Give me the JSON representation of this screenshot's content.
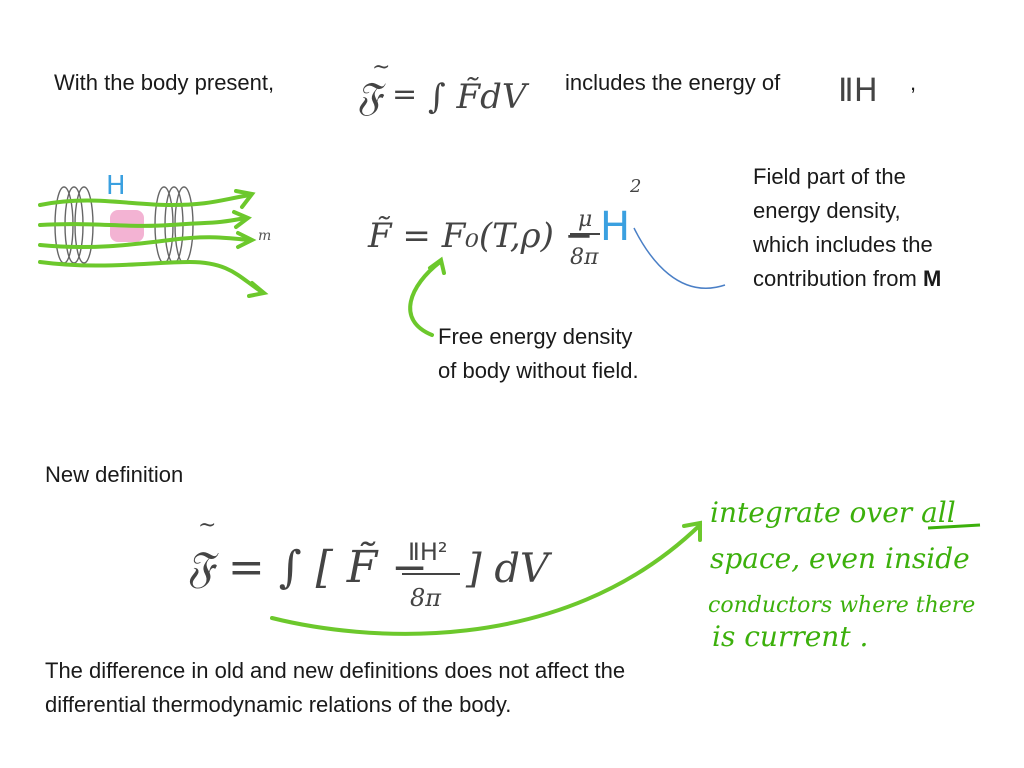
{
  "slide": {
    "intro_text": "With the body present,",
    "includes_text": "includes the energy of",
    "comma": ",",
    "field_part_lines": [
      "Field part of the",
      "energy density,",
      "which includes the"
    ],
    "contribution_prefix": "contribution from ",
    "contribution_bold": "M",
    "free_energy_lines": [
      "Free energy density",
      "of body without field."
    ],
    "new_definition": "New definition",
    "difference_lines": [
      "The difference in old and new definitions does not affect the",
      "differential thermodynamic relations of the body."
    ]
  },
  "handwritten": {
    "eq1": {
      "lhs": "𝔉",
      "rhs": "∫ F̃dV",
      "tilde": "~"
    },
    "energy_symbol": "ⅡH",
    "eq2": {
      "lhs": "F̃ = F₀(T,ρ) −",
      "numerator": "μ",
      "denominator": "8π",
      "field": "H",
      "power": "2"
    },
    "diagram": {
      "field_label": "H",
      "m_label": "m"
    },
    "eq3": {
      "lhs": "𝔉 = ∫ [ F̃ −",
      "numerator": "ⅡH²",
      "denominator": "8π",
      "tail": "] dV"
    },
    "note_lines": [
      "integrate over all",
      "space, even inside",
      "conductors where there",
      "is current ."
    ]
  },
  "colors": {
    "text": "#1a1a1a",
    "handwriting": "#444444",
    "green": "#6cc82c",
    "blue_h": "#3aa0e0",
    "pink": "#f0a0c8",
    "arrow_blue": "#4a7fc6"
  }
}
